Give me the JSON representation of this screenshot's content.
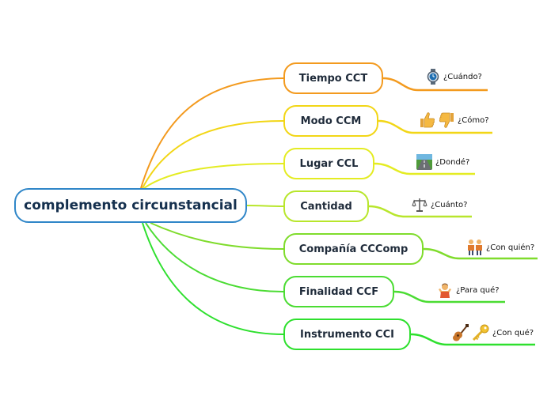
{
  "root": {
    "label": "complemento circunstancial"
  },
  "topics": [
    {
      "label": "Tiempo CCT",
      "color": "#f39a1e",
      "leaf": {
        "text": "¿Cuándo?",
        "icons": [
          "wristwatch-icon"
        ]
      }
    },
    {
      "label": "Modo CCM",
      "color": "#f2d616",
      "leaf": {
        "text": "¿Cómo?",
        "icons": [
          "thumbs-up-icon",
          "thumbs-down-icon"
        ]
      }
    },
    {
      "label": "Lugar CCL",
      "color": "#e4ec23",
      "leaf": {
        "text": "¿Dondé?",
        "icons": [
          "road-icon"
        ]
      }
    },
    {
      "label": "Cantidad",
      "color": "#b8e62c",
      "leaf": {
        "text": "¿Cuánto?",
        "icons": [
          "balance-scale-icon"
        ]
      }
    },
    {
      "label": "Compañía CCComp",
      "color": "#7fdc2c",
      "leaf": {
        "text": "¿Con quién?",
        "icons": [
          "two-people-icon"
        ]
      }
    },
    {
      "label": "Finalidad CCF",
      "color": "#4bdc33",
      "leaf": {
        "text": "¿Para qué?",
        "icons": [
          "person-shrugging-icon"
        ]
      }
    },
    {
      "label": "Instrumento CCI",
      "color": "#2ee02e",
      "leaf": {
        "text": "¿Con qué?",
        "icons": [
          "guitar-icon",
          "key-icon"
        ]
      }
    }
  ]
}
